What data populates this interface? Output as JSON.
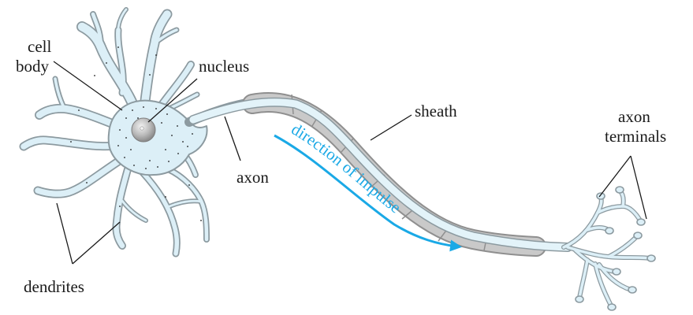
{
  "labels": {
    "cell_body_line1": "cell",
    "cell_body_line2": "body",
    "nucleus": "nucleus",
    "sheath": "sheath",
    "axon": "axon",
    "axon_terminals_line1": "axon",
    "axon_terminals_line2": "terminals",
    "dendrites": "dendrites",
    "direction_of_impulse": "direction of impulse"
  },
  "colors": {
    "cell_fill": "#dceff7",
    "cell_outline": "#8c9aa0",
    "sheath": "#c9c9c9",
    "impulse_arrow": "#1aa9e6",
    "nucleus": "#b5b5b5"
  }
}
